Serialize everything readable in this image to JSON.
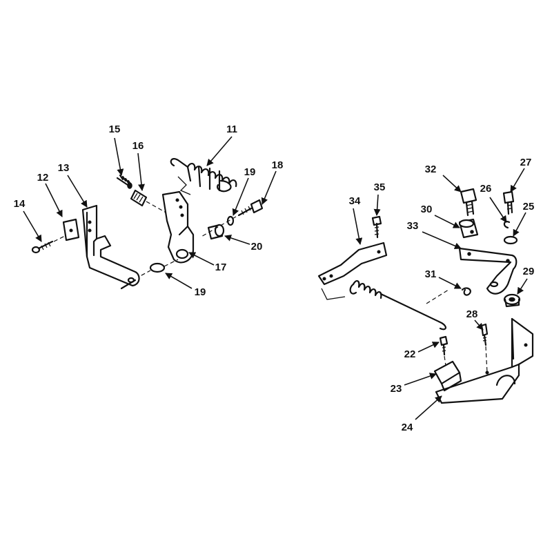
{
  "callouts": {
    "c11": "11",
    "c12": "12",
    "c13": "13",
    "c14": "14",
    "c15": "15",
    "c16": "16",
    "c17": "17",
    "c18": "18",
    "c19a": "19",
    "c19b": "19",
    "c20": "20",
    "c22": "22",
    "c23": "23",
    "c24": "24",
    "c25": "25",
    "c26": "26",
    "c27": "27",
    "c28": "28",
    "c29": "29",
    "c30": "30",
    "c31": "31",
    "c32": "32",
    "c33": "33",
    "c34": "34",
    "c35": "35"
  }
}
